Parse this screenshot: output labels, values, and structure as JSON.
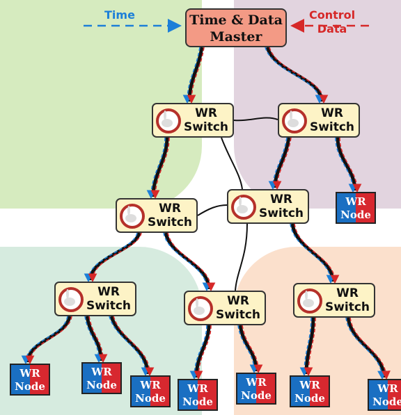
{
  "legend": {
    "time_label": "Time",
    "control_label_line1": "Control",
    "control_label_line2": "Data",
    "time_color": "#1c7fd8",
    "control_color": "#d62828"
  },
  "master": {
    "line1": "Time & Data",
    "line2": "Master",
    "color": "#f39a85"
  },
  "switches": [
    {
      "line1": "WR",
      "line2": "Switch"
    },
    {
      "line1": "WR",
      "line2": "Switch"
    },
    {
      "line1": "WR",
      "line2": "Switch"
    },
    {
      "line1": "WR",
      "line2": "Switch"
    },
    {
      "line1": "WR",
      "line2": "Switch"
    },
    {
      "line1": "WR",
      "line2": "Switch"
    },
    {
      "line1": "WR",
      "line2": "Switch"
    }
  ],
  "nodes": [
    {
      "line1": "WR",
      "line2": "Node"
    },
    {
      "line1": "WR",
      "line2": "Node"
    },
    {
      "line1": "WR",
      "line2": "Node"
    },
    {
      "line1": "WR",
      "line2": "Node"
    },
    {
      "line1": "WR",
      "line2": "Node"
    },
    {
      "line1": "WR",
      "line2": "Node"
    },
    {
      "line1": "WR",
      "line2": "Node"
    },
    {
      "line1": "WR",
      "line2": "Node"
    }
  ],
  "quadrant_colors": [
    "#d6ebbf",
    "#e2d4df",
    "#d6ebdf",
    "#fbe0cc"
  ],
  "switch_logo_icon": "rabbit-clock-icon"
}
